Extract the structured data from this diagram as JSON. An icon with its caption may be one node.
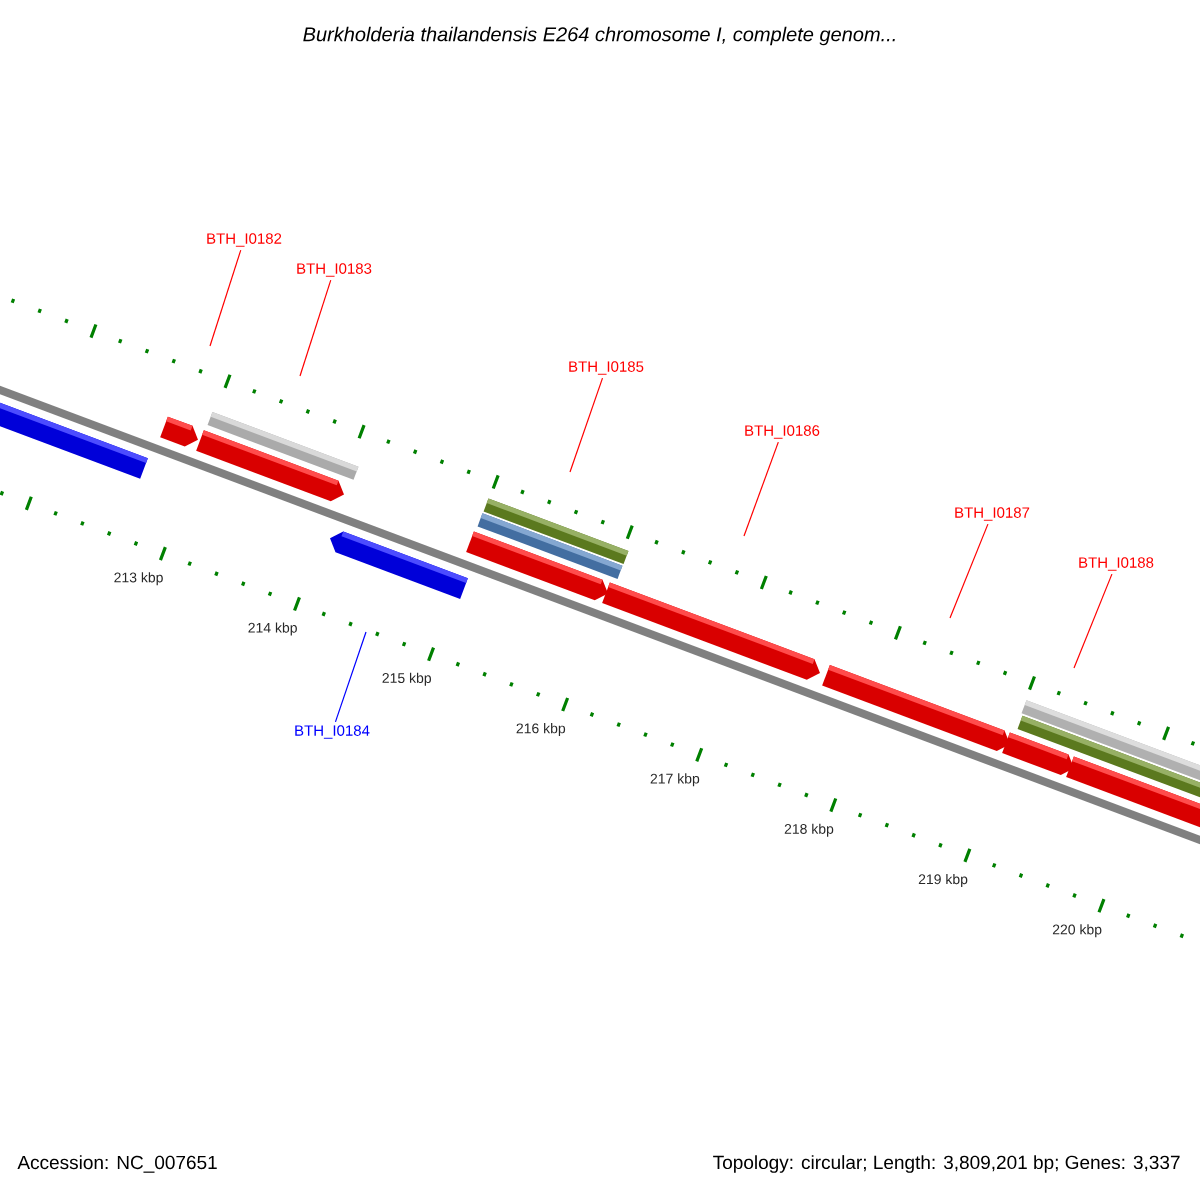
{
  "diagram": {
    "title": "Burkholderia thailandensis E264 chromosome I, complete genom...",
    "nodes": [
      {
        "text": [
          "BTH_I0182"
        ]
      },
      {
        "text": [
          "BTH_I0183"
        ]
      },
      {
        "text": [
          "BTH_I0185"
        ]
      },
      {
        "text": [
          "BTH_I0186"
        ]
      },
      {
        "text": [
          "BTH_I0187"
        ]
      },
      {
        "text": [
          "BTH_I0188"
        ]
      },
      {
        "text": [
          "BTH_I0184"
        ]
      }
    ],
    "edges": [
      {
        "from": 0,
        "to": null,
        "arrow": "none"
      },
      {
        "from": 1,
        "to": null,
        "arrow": "none"
      },
      {
        "from": 2,
        "to": null,
        "arrow": "none"
      },
      {
        "from": 3,
        "to": null,
        "arrow": "none"
      },
      {
        "from": 4,
        "to": null,
        "arrow": "none"
      },
      {
        "from": 5,
        "to": null,
        "arrow": "none"
      },
      {
        "from": 6,
        "to": null,
        "arrow": "none",
        "color": "#0000ff"
      }
    ],
    "labels": [
      "213 kbp",
      "214 kbp",
      "215 kbp",
      "216 kbp",
      "217 kbp",
      "218 kbp",
      "219 kbp",
      "220 kbp",
      "Accession: NC_007651",
      "Topology: circular; Length: 3,809,201 bp; Genes: 3,337"
    ]
  }
}
